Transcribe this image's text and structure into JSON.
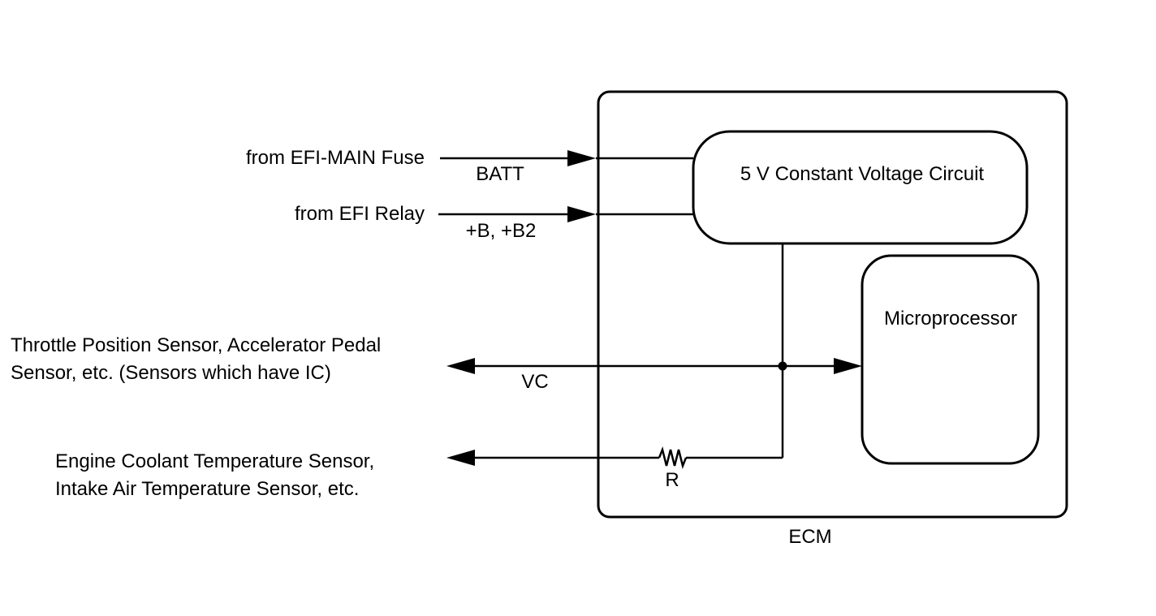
{
  "ecm": {
    "label": "ECM"
  },
  "voltage_circuit": {
    "label": "5 V Constant Voltage Circuit"
  },
  "microprocessor": {
    "label": "Microprocessor"
  },
  "inputs": {
    "efi_main_fuse": {
      "source": "from EFI-MAIN Fuse",
      "terminal": "BATT"
    },
    "efi_relay": {
      "source": "from EFI Relay",
      "terminal": "+B, +B2"
    }
  },
  "outputs": {
    "vc": {
      "target_line1": "Throttle Position Sensor, Accelerator Pedal",
      "target_line2": "Sensor, etc. (Sensors which have IC)",
      "terminal": "VC"
    },
    "resistor": {
      "target_line1": "Engine Coolant Temperature Sensor,",
      "target_line2": "Intake Air Temperature Sensor, etc.",
      "terminal": "R"
    }
  }
}
